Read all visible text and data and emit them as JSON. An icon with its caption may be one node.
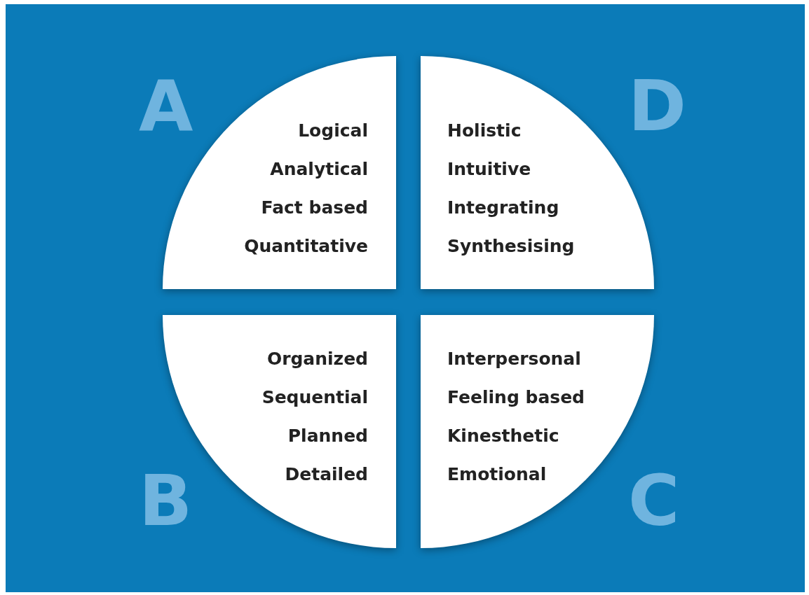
{
  "diagram": {
    "nodes": [
      {
        "text": [
          "Logical",
          "Analytical",
          "Fact based",
          "Quantitative"
        ],
        "beside": [
          "A"
        ]
      },
      {
        "text": [
          "Holistic",
          "Intuitive",
          "Integrating",
          "Synthesising"
        ],
        "beside": [
          "D"
        ]
      },
      {
        "text": [
          "Organized",
          "Sequential",
          "Planned",
          "Detailed"
        ],
        "beside": [
          "B"
        ]
      },
      {
        "text": [
          "Interpersonal",
          "Feeling based",
          "Kinesthetic",
          "Emotional"
        ],
        "beside": [
          "C"
        ]
      }
    ]
  }
}
